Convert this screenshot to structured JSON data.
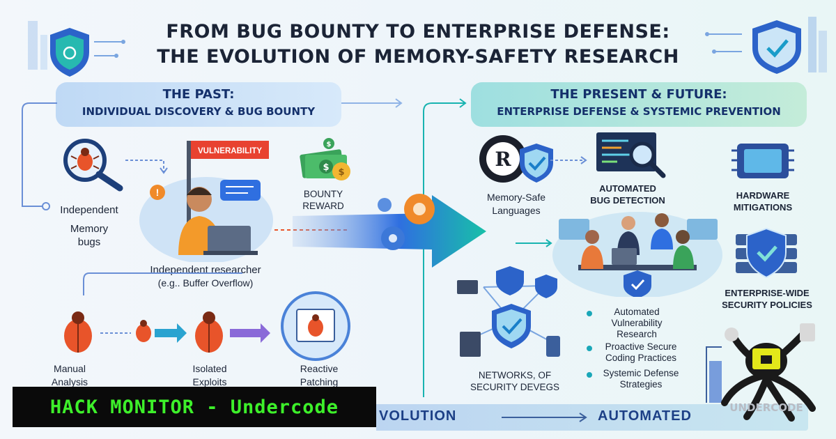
{
  "title": {
    "line1": "FROM BUG BOUNTY TO ENTERPRISE DEFENSE:",
    "line2": "THE EVOLUTION OF MEMORY-SAFETY RESEARCH"
  },
  "past": {
    "heading": "THE PAST:",
    "subheading": "INDIVIDUAL DISCOVERY & BUG BOUNTY",
    "flag_label": "VULNERABILITY",
    "reward_label_1": "BOUNTY",
    "reward_label_2": "REWARD",
    "memory_label_1": "Independent",
    "memory_label_2": "Memory",
    "memory_label_3": "bugs",
    "researcher_label_1": "Independent researcher",
    "researcher_label_2": "(e.g.. Buffer Overflow)",
    "steps": [
      {
        "line1": "Manual",
        "line2": "Analysis"
      },
      {
        "line1": "Isolated",
        "line2": "Exploits"
      },
      {
        "line1": "Reactive",
        "line2": "Patching"
      }
    ]
  },
  "future": {
    "heading": "THE PRESENT & FUTURE:",
    "subheading": "ENTERPRISE DEFENSE & SYSTEMIC PREVENTION",
    "languages_1": "Memory-Safe",
    "languages_2": "Languages",
    "detection_1": "AUTOMATED",
    "detection_2": "BUG DETECTION",
    "hardware_1": "HARDWARE",
    "hardware_2": "MITIGATIONS",
    "policies_1": "ENTERPRISE-WIDE",
    "policies_2": "SECURITY POLICIES",
    "networks_1": "NETWORKS, OF",
    "networks_2": "SECURITY DEVEGS",
    "bullets": [
      {
        "line1": "Automated",
        "line2": "Vulnerability",
        "line3": "Research"
      },
      {
        "line1": "Proactive Secure",
        "line2": "Coding Practices",
        "line3": ""
      },
      {
        "line1": "Systemic Defense",
        "line2": "Strategies",
        "line3": ""
      }
    ]
  },
  "bottom": {
    "word_left": "VOLUTION",
    "word_right": "AUTOMATED"
  },
  "banner": {
    "text": "HACK MONITOR - Undercode"
  },
  "logo": {
    "text": "UNDERCODE"
  },
  "colors": {
    "accent_blue": "#2f6fe0",
    "accent_teal": "#18b3b0",
    "bug_orange": "#e8542a",
    "banner_green": "#3df02a"
  }
}
